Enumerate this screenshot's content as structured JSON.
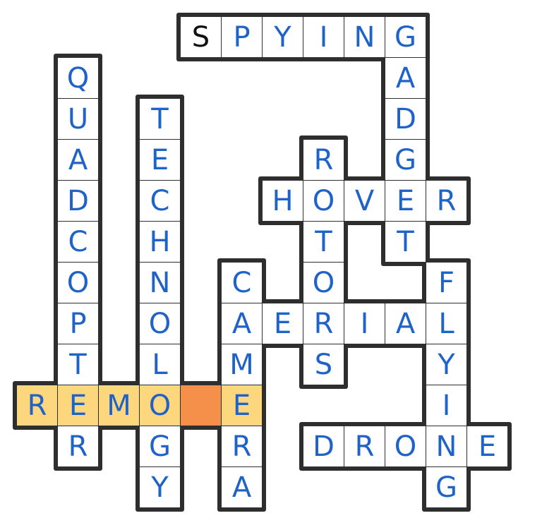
{
  "puzzle": {
    "colors": {
      "answer": "#1f63c9",
      "given": "#111111",
      "highlight": "#fcd77d",
      "cursor": "#f5904a",
      "border": "#2e2e2e",
      "cell": "#ffffff"
    },
    "words": [
      {
        "id": "spying",
        "answer": "SPYING",
        "dir": "across",
        "row": 0,
        "col": 4
      },
      {
        "id": "gadget",
        "answer": "GADGET",
        "dir": "down",
        "row": 0,
        "col": 9
      },
      {
        "id": "quadcopter",
        "answer": "QUADCOPTER",
        "dir": "down",
        "row": 1,
        "col": 1
      },
      {
        "id": "technology",
        "answer": "TECHNOLOGY",
        "dir": "down",
        "row": 2,
        "col": 3
      },
      {
        "id": "rotors",
        "answer": "ROTORS",
        "dir": "down",
        "row": 3,
        "col": 7
      },
      {
        "id": "hover",
        "answer": "HOVER",
        "dir": "across",
        "row": 4,
        "col": 6
      },
      {
        "id": "camera",
        "answer": "CAMERA",
        "dir": "down",
        "row": 6,
        "col": 5
      },
      {
        "id": "flying",
        "answer": "FLYING",
        "dir": "down",
        "row": 6,
        "col": 10
      },
      {
        "id": "aerial",
        "answer": "AERIAL",
        "dir": "across",
        "row": 7,
        "col": 5
      },
      {
        "id": "remote",
        "answer": "REMO E",
        "dir": "across",
        "row": 9,
        "col": 0
      },
      {
        "id": "drone",
        "answer": "DRONE",
        "dir": "across",
        "row": 10,
        "col": 7
      }
    ],
    "given_cells": [
      {
        "row": 0,
        "col": 4
      }
    ],
    "highlight_word": "remote",
    "cursor_cell": {
      "row": 9,
      "col": 4
    }
  }
}
